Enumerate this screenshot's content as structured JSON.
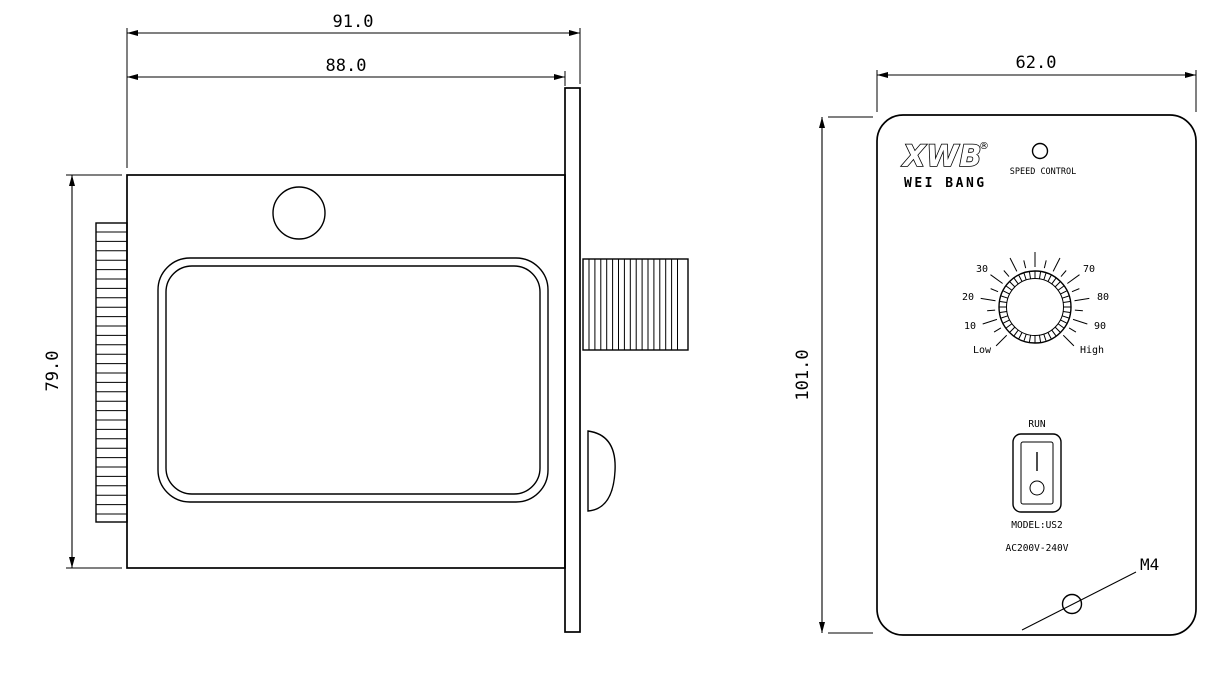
{
  "side_view": {
    "dim_outer_width": "91.0",
    "dim_inner_width": "88.0",
    "dim_height": "79.0"
  },
  "front_view": {
    "dim_width": "62.0",
    "dim_height": "101.0",
    "logo": "XWB",
    "logo_registered": "®",
    "logo_subtitle": "WEI BANG",
    "led_label": "SPEED CONTROL",
    "dial": {
      "ticks": [
        "10",
        "20",
        "30",
        "70",
        "80",
        "90"
      ],
      "min_label": "Low",
      "max_label": "High"
    },
    "switch_label": "RUN",
    "model": "MODEL:US2",
    "voltage": "AC200V-240V",
    "mount_hole": "M4"
  }
}
